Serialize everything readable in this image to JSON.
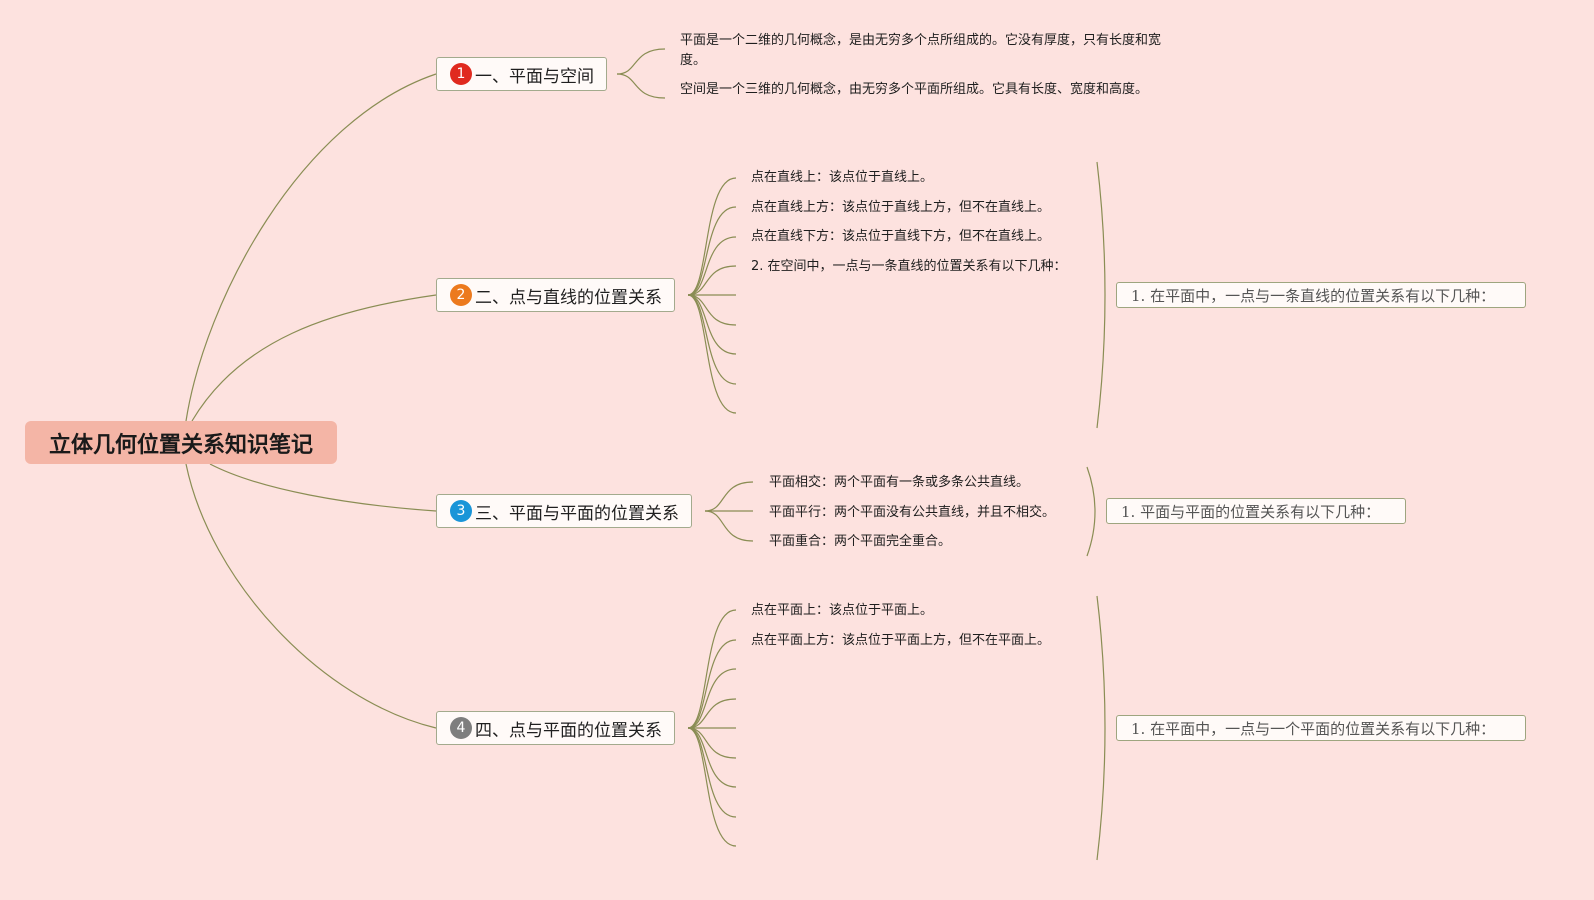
{
  "root": {
    "title": "立体几何位置关系知识笔记"
  },
  "topics": [
    {
      "number": "1",
      "badge_color": "#e02a1f",
      "label": "一、平面与空间",
      "leaves": [
        "平面是一个二维的几何概念，是由无穷多个点所组成的。它没有厚度，只有长度和宽度。",
        "空间是一个三维的几何概念，由无穷多个平面所组成。它具有长度、宽度和高度。"
      ]
    },
    {
      "number": "2",
      "badge_color": "#ec7a1e",
      "label": "二、点与直线的位置关系",
      "leaves": [
        "点在直线上：该点位于直线上。",
        "点在直线上方：该点位于直线上方，但不在直线上。",
        "点在直线下方：该点位于直线下方，但不在直线上。",
        "2. 在空间中，一点与一条直线的位置关系有以下几种："
      ],
      "summary": "1. 在平面中，一点与一条直线的位置关系有以下几种："
    },
    {
      "number": "3",
      "badge_color": "#1a95d8",
      "label": "三、平面与平面的位置关系",
      "leaves": [
        "平面相交：两个平面有一条或多条公共直线。",
        "平面平行：两个平面没有公共直线，并且不相交。",
        "平面重合：两个平面完全重合。"
      ],
      "summary": "1. 平面与平面的位置关系有以下几种："
    },
    {
      "number": "4",
      "badge_color": "#7e7e7e",
      "label": "四、点与平面的位置关系",
      "leaves": [
        "点在平面上：该点位于平面上。",
        "点在平面上方：该点位于平面上方，但不在平面上。"
      ],
      "summary": "1. 在平面中，一点与一个平面的位置关系有以下几种："
    }
  ],
  "colors": {
    "background": "#fde2df",
    "root_fill": "#f4b5a6",
    "line": "#8a8d54"
  }
}
